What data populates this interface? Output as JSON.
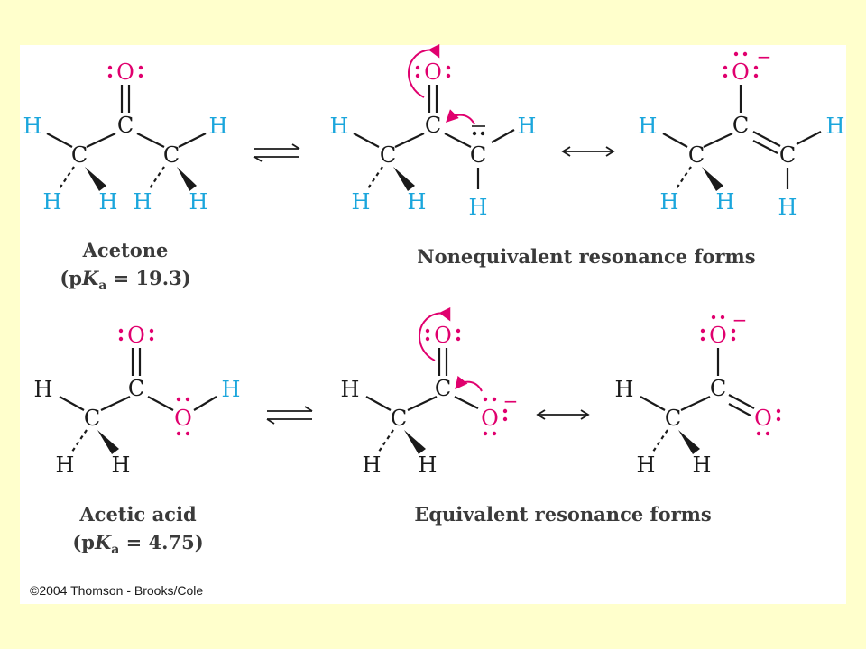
{
  "atoms": {
    "c": "C",
    "h": "H",
    "o": "O"
  },
  "charges": {
    "minus": "−"
  },
  "labels": {
    "acetone": "Acetone",
    "acetone_pka_prefix": "(p",
    "acetone_pka_k": "K",
    "acetone_pka_sub": "a",
    "acetone_pka_value": " = 19.3)",
    "acetone_forms": "Nonequivalent resonance forms",
    "acetic": "Acetic acid",
    "acetic_pka_prefix": "(p",
    "acetic_pka_k": "K",
    "acetic_pka_sub": "a",
    "acetic_pka_value": " = 4.75)",
    "acetic_forms": "Equivalent resonance forms"
  },
  "copyright": "©2004 Thomson - Brooks/Cole",
  "colors": {
    "page_background": "#FFFFCC",
    "panel_background": "#FFFFFF",
    "carbon": "#1A1A1A",
    "hydrogen": "#1BA6DC",
    "oxygen": "#E0006E",
    "text": "#3A3A3A"
  }
}
